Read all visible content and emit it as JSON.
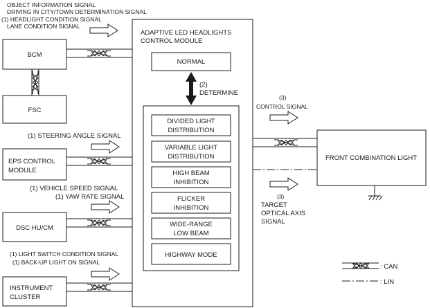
{
  "top_signals": {
    "l1": "OBJECT INFORMATION SIGNAL",
    "l2": "DRIVING IN CITY/TOWN DETERMINATION SIGNAL",
    "l3": "(1) HEADLIGHT CONDITION SIGNAL",
    "l4": "LANE CONDITION SIGNAL"
  },
  "module": {
    "title_l1": "ADAPTIVE LED HEADLIGHTS",
    "title_l2": "CONTROL MODULE",
    "normal": "NORMAL"
  },
  "determine": {
    "num": "(2)",
    "label": "DETERMINE"
  },
  "functions": [
    {
      "l1": "DIVIDED  LIGHT",
      "l2": "DISTRIBUTION"
    },
    {
      "l1": "VARIABLE LIGHT",
      "l2": "DISTRIBUTION"
    },
    {
      "l1": "HIGH BEAM",
      "l2": "INHIBITION"
    },
    {
      "l1": "FLICKER",
      "l2": "INHIBITION"
    },
    {
      "l1": "WIDE-RANGE",
      "l2": "LOW BEAM"
    },
    {
      "l1": "HIGHWAY MODE",
      "l2": ""
    }
  ],
  "inputs": {
    "bcm": "BCM",
    "fsc": "FSC",
    "eps_l1": "EPS CONTROL",
    "eps_l2": "MODULE",
    "dsc": "DSC HU/CM",
    "ic_l1": "INSTRUMENT",
    "ic_l2": "CLUSTER"
  },
  "signals": {
    "steering": "(1) STEERING ANGLE SIGNAL",
    "speed": "(1) VEHICLE SPEED SIGNAL",
    "yaw": "(1) YAW RATE SIGNAL",
    "light_switch": "(1) LIGHT SWITCH CONDITION SIGNAL",
    "backup": "(1) BACK-UP LIGHT ON SIGNAL"
  },
  "outputs": {
    "control_num": "(3)",
    "control_label": "CONTROL SIGNAL",
    "target_num": "(3)",
    "target_l1": "TARGET",
    "target_l2": "OPTICAL AXIS",
    "target_l3": "SIGNAL",
    "front_light": "FRONT COMBINATION LIGHT"
  },
  "legend": {
    "can": ": CAN",
    "lin": ": LIN"
  }
}
